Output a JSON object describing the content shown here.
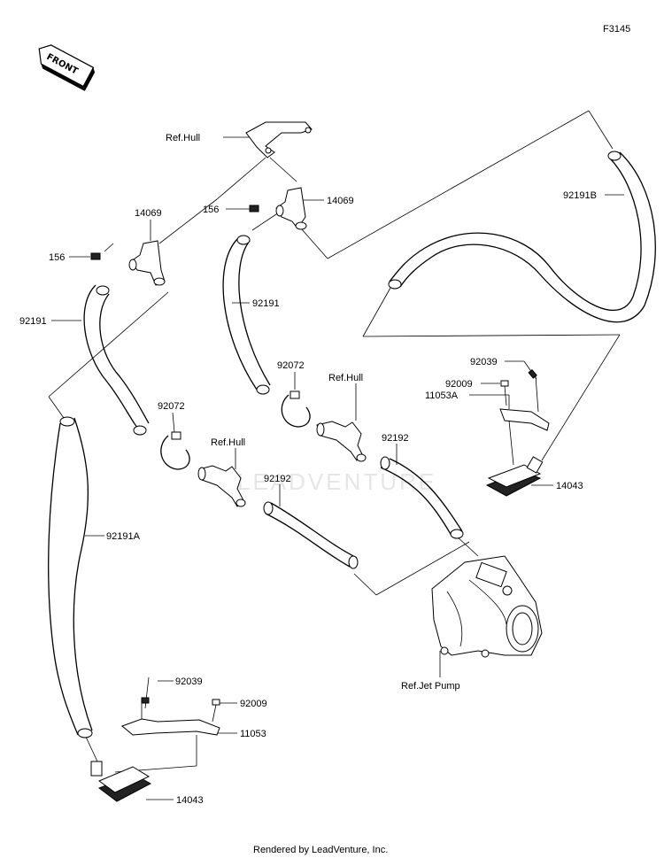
{
  "figure_code": "F3145",
  "front_badge": "FRONT",
  "watermark": "LEADVENTURE",
  "footer": "Rendered by LeadVenture, Inc.",
  "labels": {
    "ref_hull_top": "Ref.Hull",
    "p14069_right": "14069",
    "p156_right": "156",
    "p14069_left": "14069",
    "p156_left": "156",
    "p92191_left": "92191",
    "p92191_mid": "92191",
    "p92191B": "92191B",
    "p92072_left": "92072",
    "p92072_right": "92072",
    "ref_hull_left": "Ref.Hull",
    "ref_hull_right": "Ref.Hull",
    "p92192_left": "92192",
    "p92192_right": "92192",
    "p92039_right": "92039",
    "p92009_right": "92009",
    "p11053A": "11053A",
    "p14043_right": "14043",
    "p92191A": "92191A",
    "ref_jet_pump": "Ref.Jet Pump",
    "p92039_left": "92039",
    "p92009_left": "92009",
    "p11053": "11053",
    "p14043_left": "14043"
  }
}
